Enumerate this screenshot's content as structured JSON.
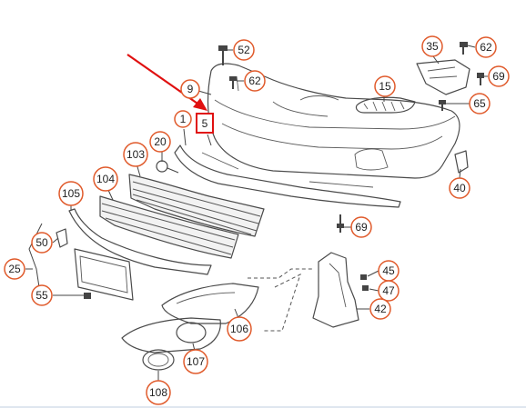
{
  "diagram": {
    "highlighted_part": "5",
    "callouts": [
      "52",
      "62",
      "9",
      "1",
      "5",
      "20",
      "103",
      "104",
      "105",
      "50",
      "25",
      "55",
      "35",
      "62",
      "69",
      "15",
      "65",
      "40",
      "69",
      "45",
      "47",
      "42",
      "106",
      "107",
      "108"
    ]
  },
  "colors": {
    "callout_border": "#e05a2b",
    "highlight": "#e01010"
  }
}
